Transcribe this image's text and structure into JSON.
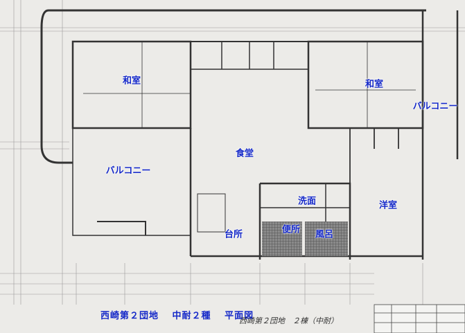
{
  "rooms": {
    "washitsu_left": "和室",
    "washitsu_right": "和室",
    "balcony_right": "バルコニー",
    "balcony_left": "バルコニー",
    "dining": "食堂",
    "washroom": "洗面",
    "western_room": "洋室",
    "kitchen": "台所",
    "toilet": "便所",
    "bath": "風呂"
  },
  "caption": {
    "place": "西崎第２団地",
    "type": "中耐２種",
    "drawing": "平面図"
  },
  "handwritten_note": "西崎第２団地　２棟（中耐）"
}
